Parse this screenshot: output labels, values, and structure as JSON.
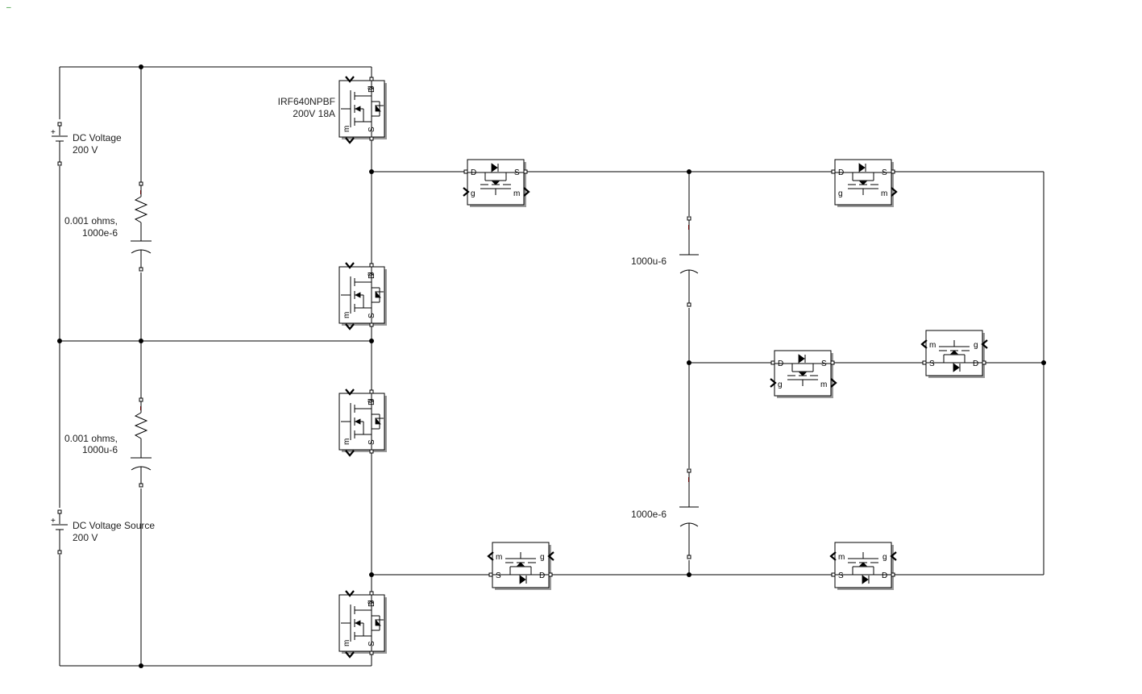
{
  "corner_marker": "–",
  "labels": {
    "dc_top_name": "DC Voltage",
    "dc_top_value": "200 V",
    "dc_bottom_name": "DC Voltage Source",
    "dc_bottom_value": "200 V",
    "rc_top_l1": "0.001 ohms,",
    "rc_top_l2": "1000e-6",
    "rc_bottom_l1": "0.001 ohms,",
    "rc_bottom_l2": "1000u-6",
    "mosfet_model": "IRF640NPBF",
    "mosfet_rating": "200V 18A",
    "cap_top": "1000u-6",
    "cap_bottom": "1000e-6"
  },
  "ports": {
    "gate": "g",
    "drain": "D",
    "source": "S",
    "measure": "m"
  },
  "colors": {
    "wire": "#000000",
    "polarity": "#cc0000",
    "block_shadow": "#9a9a9a"
  },
  "components": [
    {
      "id": "dc-voltage-top",
      "type": "dc-voltage-source"
    },
    {
      "id": "dc-voltage-bottom",
      "type": "dc-voltage-source"
    },
    {
      "id": "rc-branch-top",
      "type": "series-rc"
    },
    {
      "id": "rc-branch-bottom",
      "type": "series-rc"
    },
    {
      "id": "capacitor-top",
      "type": "capacitor"
    },
    {
      "id": "capacitor-bottom",
      "type": "capacitor"
    },
    {
      "id": "mosfet-left-1",
      "type": "mosfet"
    },
    {
      "id": "mosfet-left-2",
      "type": "mosfet"
    },
    {
      "id": "mosfet-left-3",
      "type": "mosfet"
    },
    {
      "id": "mosfet-left-4",
      "type": "mosfet"
    },
    {
      "id": "mosfet-top-a",
      "type": "mosfet"
    },
    {
      "id": "mosfet-top-b",
      "type": "mosfet"
    },
    {
      "id": "mosfet-mid-a",
      "type": "mosfet"
    },
    {
      "id": "mosfet-mid-b",
      "type": "mosfet"
    },
    {
      "id": "mosfet-bottom-a",
      "type": "mosfet"
    },
    {
      "id": "mosfet-bottom-b",
      "type": "mosfet"
    }
  ]
}
